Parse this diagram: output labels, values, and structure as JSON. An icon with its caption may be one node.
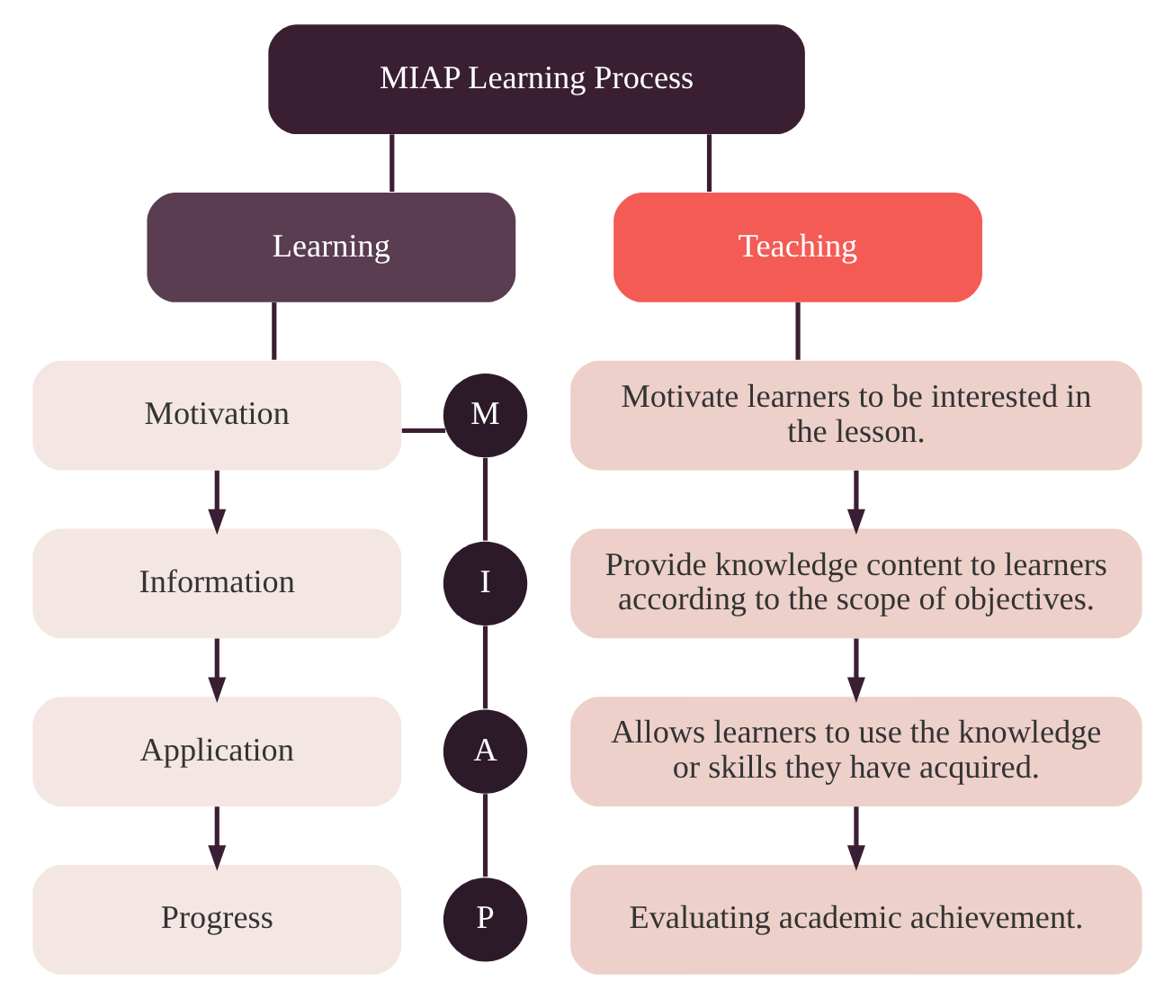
{
  "diagram": {
    "nodes": [
      {
        "text": [
          "MIAP Learning Process"
        ]
      },
      {
        "text": [
          "Learning"
        ]
      },
      {
        "text": [
          "Teaching"
        ]
      },
      {
        "text": [
          "Motivation"
        ]
      },
      {
        "text": [
          "Information"
        ]
      },
      {
        "text": [
          "Application"
        ]
      },
      {
        "text": [
          "Progress"
        ]
      },
      {
        "text": [
          "M"
        ]
      },
      {
        "text": [
          "I"
        ]
      },
      {
        "text": [
          "A"
        ]
      },
      {
        "text": [
          "P"
        ]
      },
      {
        "text": [
          "Motivate learners to be interested in the lesson."
        ]
      },
      {
        "text": [
          "Provide knowledge content to learners according to the scope of objectives."
        ]
      },
      {
        "text": [
          "Allows learners to use the knowledge or skills they have acquired."
        ]
      },
      {
        "text": [
          "Evaluating academic achievement."
        ]
      }
    ],
    "edges": [
      {
        "from": 0,
        "to": 1,
        "arrow": "none"
      },
      {
        "from": 0,
        "to": 2,
        "arrow": "none"
      },
      {
        "from": 1,
        "to": 3,
        "arrow": "none"
      },
      {
        "from": 2,
        "to": 11,
        "arrow": "none"
      },
      {
        "from": 3,
        "to": 4,
        "arrow": "to"
      },
      {
        "from": 4,
        "to": 5,
        "arrow": "to"
      },
      {
        "from": 5,
        "to": 6,
        "arrow": "to"
      },
      {
        "from": 11,
        "to": 12,
        "arrow": "to"
      },
      {
        "from": 12,
        "to": 13,
        "arrow": "to"
      },
      {
        "from": 13,
        "to": 14,
        "arrow": "to"
      },
      {
        "from": 3,
        "to": 7,
        "arrow": "none"
      },
      {
        "from": 7,
        "to": 8,
        "arrow": "none"
      },
      {
        "from": 8,
        "to": 9,
        "arrow": "none"
      },
      {
        "from": 9,
        "to": 10,
        "arrow": "none"
      }
    ]
  }
}
